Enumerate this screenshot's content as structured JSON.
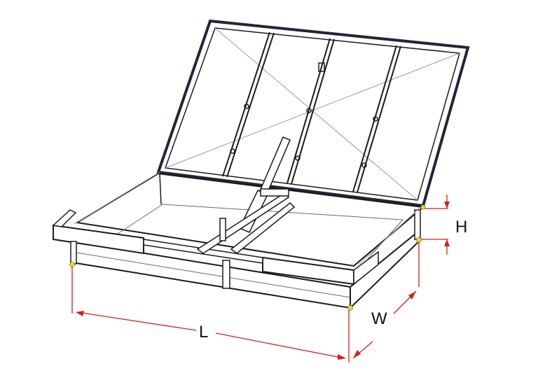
{
  "dimensions": {
    "length_label": "L",
    "width_label": "W",
    "height_label": "H"
  },
  "colors": {
    "outline": "#1a1a1a",
    "frame_dark": "#23233a",
    "dimension_line": "#d42020",
    "corner_marker": "#f2d23a",
    "thin_line": "#9a9a9a"
  }
}
